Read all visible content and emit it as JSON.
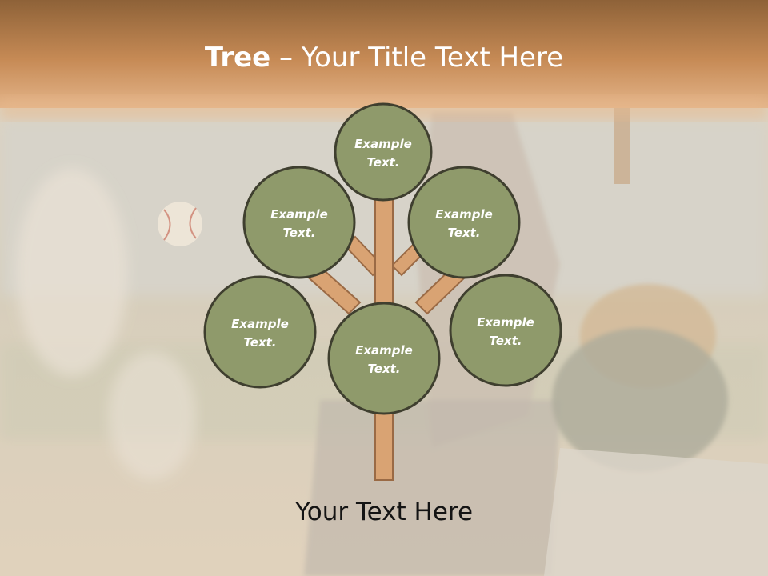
{
  "slide": {
    "title_bold": "Tree",
    "title_rest": " – Your Title Text Here",
    "footer_text": "Your Text Here"
  },
  "diagram": {
    "nodes": [
      {
        "id": "top",
        "line1": "Example",
        "line2": "Text."
      },
      {
        "id": "upper-left",
        "line1": "Example",
        "line2": "Text."
      },
      {
        "id": "upper-right",
        "line1": "Example",
        "line2": "Text."
      },
      {
        "id": "lower-left",
        "line1": "Example",
        "line2": "Text."
      },
      {
        "id": "lower-right",
        "line1": "Example",
        "line2": "Text."
      },
      {
        "id": "center",
        "line1": "Example",
        "line2": "Text."
      }
    ]
  },
  "colors": {
    "header_band": "#9a6a3a",
    "node_fill": "#8f9a6b",
    "node_stroke": "#3f3f2f",
    "trunk_fill": "#d9a373",
    "trunk_stroke": "#9a6a45"
  }
}
